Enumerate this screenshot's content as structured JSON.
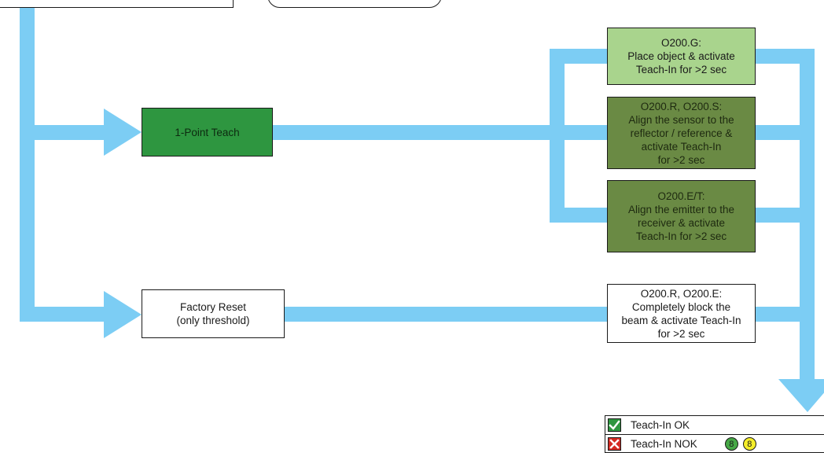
{
  "colors": {
    "flow_arrow": "#7ccdf4",
    "teach_box": "#2e9640",
    "instruction_light": "#a9d48d",
    "instruction_dark": "#6a8a44",
    "ok": "#2e9640",
    "nok": "#d42a22",
    "led_green": "#46a846",
    "led_yellow": "#f5ee2a"
  },
  "modes": {
    "one_point_teach": "1-Point Teach",
    "factory_reset": [
      "Factory Reset",
      "(only threshold)"
    ]
  },
  "instructions": {
    "o200g": [
      "O200.G:",
      "Place object & activate",
      "Teach-In for >2 sec"
    ],
    "o200rs": [
      "O200.R, O200.S:",
      "Align the sensor to the",
      "reflector / reference &",
      "activate Teach-In",
      "for >2 sec"
    ],
    "o200et": [
      "O200.E/T:",
      "Align the emitter to the",
      "receiver & activate",
      "Teach-In for >2 sec"
    ],
    "o200re": [
      "O200.R, O200.E:",
      "Completely block the",
      "beam & activate Teach-In",
      "for >2 sec"
    ]
  },
  "legend": {
    "ok_label": "Teach-In OK",
    "nok_label": "Teach-In NOK",
    "led_green_value": "8",
    "led_yellow_value": "8",
    "ok_icon": "checkmark-icon",
    "nok_icon": "cross-icon"
  }
}
